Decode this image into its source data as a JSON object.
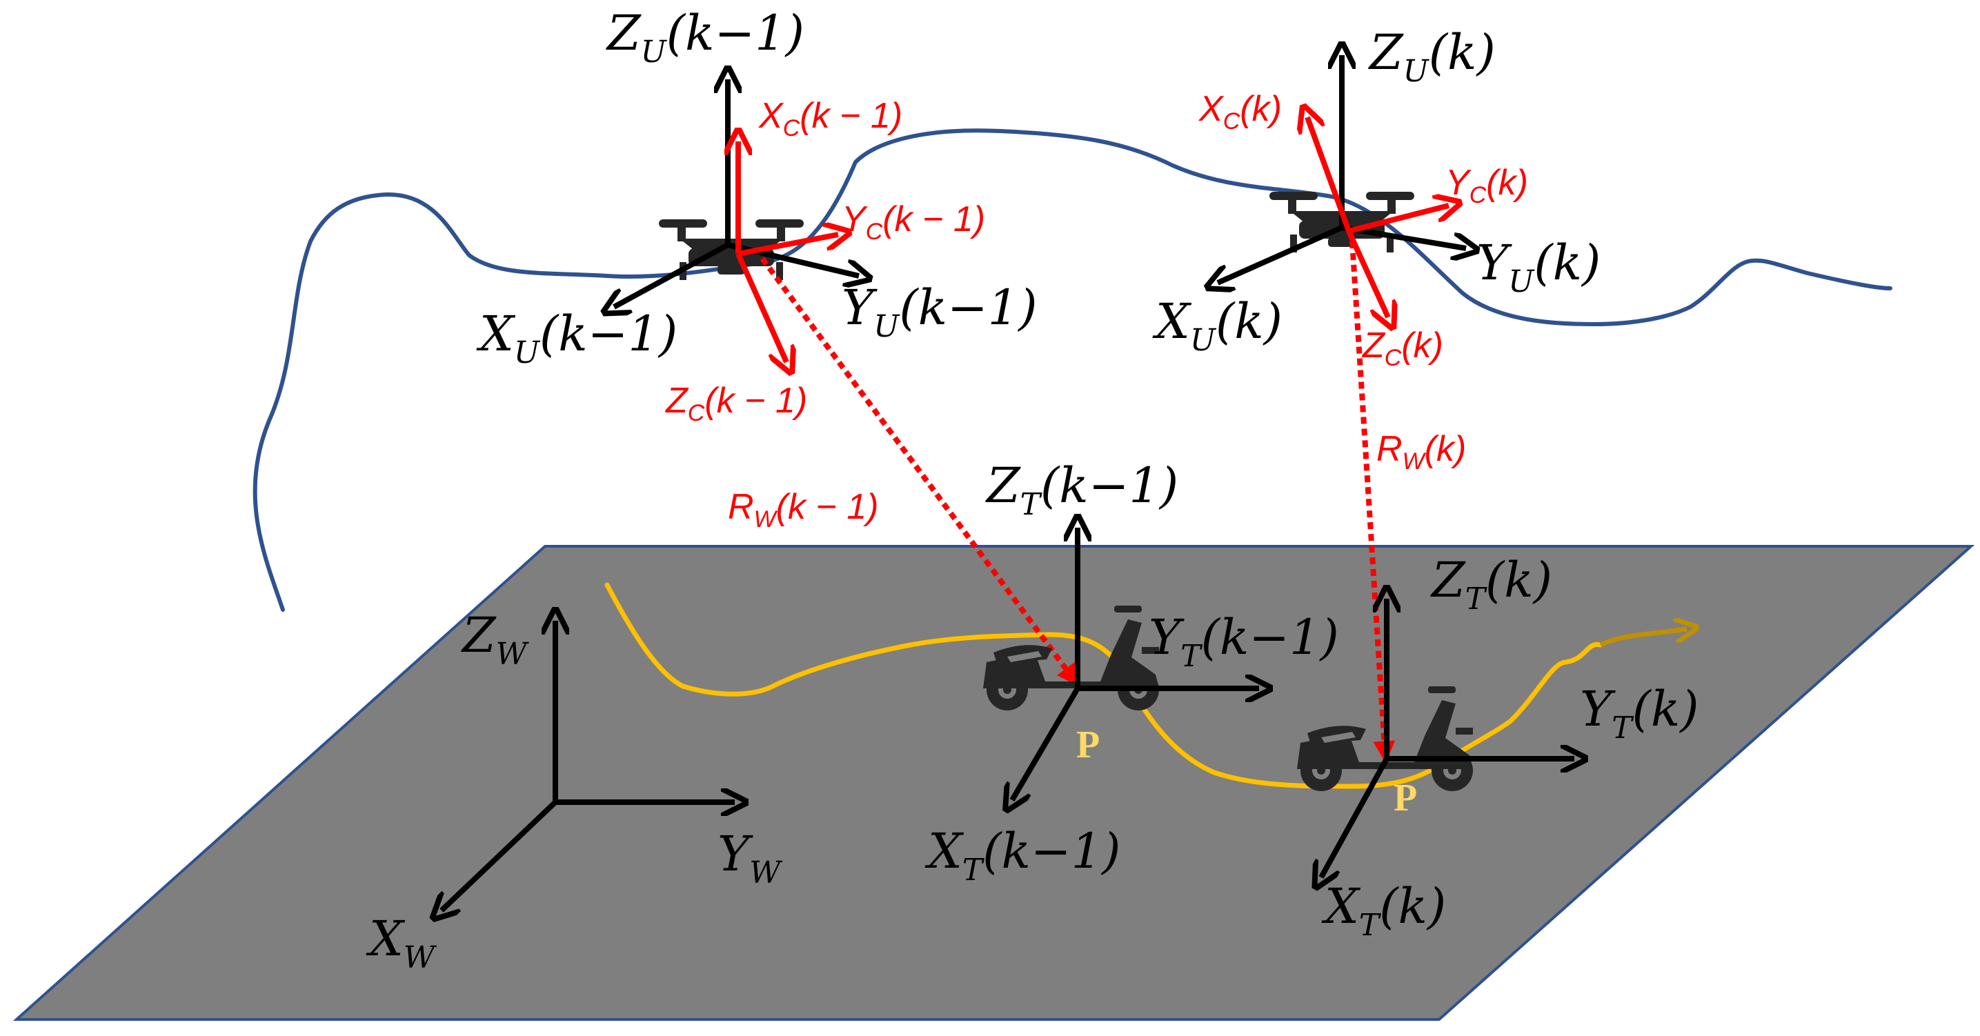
{
  "colors": {
    "ground": "#7f7f7f",
    "ground_edge": "#2f528f",
    "uav_path": "#2f528f",
    "target_path": "#ffc000",
    "uav_axes": "#000000",
    "camera_axes": "#ff0000",
    "point_label": "#ffd966"
  },
  "icons": {
    "uav": "quadcopter-drone-icon",
    "target": "motor-scooter-icon"
  },
  "world_frame": {
    "z": {
      "main": "Z",
      "sub": "W"
    },
    "y": {
      "main": "Y",
      "sub": "W"
    },
    "x": {
      "main": "X",
      "sub": "W"
    }
  },
  "uav_prev": {
    "z": {
      "main": "Z",
      "sub": "U",
      "tail": "(k−1)"
    },
    "y": {
      "main": "Y",
      "sub": "U",
      "tail": "(k−1)"
    },
    "x": {
      "main": "X",
      "sub": "U",
      "tail": "(k−1)"
    }
  },
  "uav_curr": {
    "z": {
      "main": "Z",
      "sub": "U",
      "tail": "(k)"
    },
    "y": {
      "main": "Y",
      "sub": "U",
      "tail": "(k)"
    },
    "x": {
      "main": "X",
      "sub": "U",
      "tail": "(k)"
    }
  },
  "camera_prev": {
    "x": {
      "main": "X",
      "sub": "C",
      "tail": "(k − 1)"
    },
    "y": {
      "main": "Y",
      "sub": "C",
      "tail": "(k − 1)"
    },
    "z": {
      "main": "Z",
      "sub": "C",
      "tail": "(k − 1)"
    }
  },
  "camera_curr": {
    "x": {
      "main": "X",
      "sub": "C",
      "tail": "(k)"
    },
    "y": {
      "main": "Y",
      "sub": "C",
      "tail": "(k)"
    },
    "z": {
      "main": "Z",
      "sub": "C",
      "tail": "(k)"
    }
  },
  "range_prev": {
    "main": "R",
    "sub": "W",
    "tail": "(k − 1)"
  },
  "range_curr": {
    "main": "R",
    "sub": "W",
    "tail": "(k)"
  },
  "target_prev": {
    "z": {
      "main": "Z",
      "sub": "T",
      "tail": "(k−1)"
    },
    "y": {
      "main": "Y",
      "sub": "T",
      "tail": "(k−1)"
    },
    "x": {
      "main": "X",
      "sub": "T",
      "tail": "(k−1)"
    },
    "point": "P"
  },
  "target_curr": {
    "z": {
      "main": "Z",
      "sub": "T",
      "tail": "(k)"
    },
    "y": {
      "main": "Y",
      "sub": "T",
      "tail": "(k)"
    },
    "x": {
      "main": "X",
      "sub": "T",
      "tail": "(k)"
    },
    "point": "P"
  }
}
